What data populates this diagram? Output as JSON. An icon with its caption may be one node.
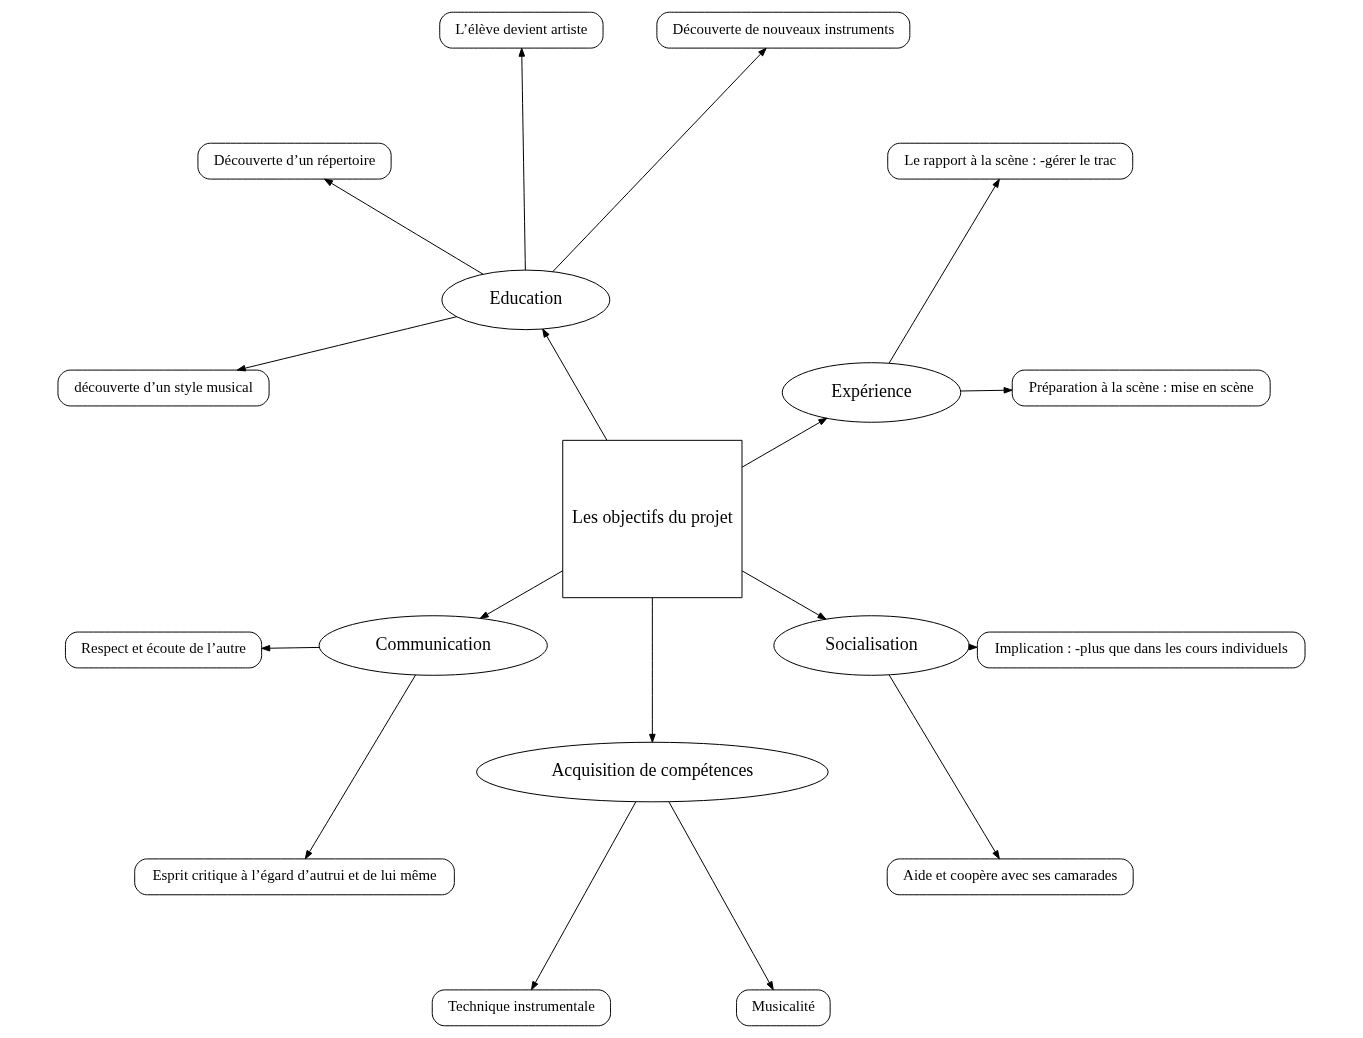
{
  "diagram": {
    "nodes": [
      {
        "text": [
          "Les objectifs du projet"
        ]
      },
      {
        "text": [
          "Expérience"
        ]
      },
      {
        "text": [
          "Préparation à la scène : mise en scène"
        ]
      },
      {
        "text": [
          "Le rapport à la scène : -gérer le trac"
        ]
      },
      {
        "text": [
          "Education"
        ]
      },
      {
        "text": [
          "Découverte de nouveaux instruments"
        ]
      },
      {
        "text": [
          "L’élève devient artiste"
        ]
      },
      {
        "text": [
          "Découverte d’un répertoire"
        ]
      },
      {
        "text": [
          "découverte d’un style musical"
        ]
      },
      {
        "text": [
          "Communication"
        ]
      },
      {
        "text": [
          "Respect et écoute de l’autre"
        ]
      },
      {
        "text": [
          "Esprit critique à l’égard d’autrui et de lui même"
        ]
      },
      {
        "text": [
          "Acquisition de compétences"
        ]
      },
      {
        "text": [
          "Technique instrumentale"
        ]
      },
      {
        "text": [
          "Musicalité"
        ]
      },
      {
        "text": [
          "Socialisation"
        ]
      },
      {
        "text": [
          "Aide et coopère avec ses camarades"
        ]
      },
      {
        "text": [
          "Implication : -plus que dans les cours individuels"
        ]
      }
    ],
    "edges": [
      {
        "from": 0,
        "to": 1,
        "arrow": "to"
      },
      {
        "from": 1,
        "to": 2,
        "arrow": "to"
      },
      {
        "from": 1,
        "to": 3,
        "arrow": "to"
      },
      {
        "from": 0,
        "to": 4,
        "arrow": "to"
      },
      {
        "from": 4,
        "to": 5,
        "arrow": "to"
      },
      {
        "from": 4,
        "to": 6,
        "arrow": "to"
      },
      {
        "from": 4,
        "to": 7,
        "arrow": "to"
      },
      {
        "from": 4,
        "to": 8,
        "arrow": "to"
      },
      {
        "from": 0,
        "to": 9,
        "arrow": "to"
      },
      {
        "from": 9,
        "to": 10,
        "arrow": "to"
      },
      {
        "from": 9,
        "to": 11,
        "arrow": "to"
      },
      {
        "from": 0,
        "to": 12,
        "arrow": "to"
      },
      {
        "from": 12,
        "to": 13,
        "arrow": "to"
      },
      {
        "from": 12,
        "to": 14,
        "arrow": "to"
      },
      {
        "from": 0,
        "to": 15,
        "arrow": "to"
      },
      {
        "from": 15,
        "to": 16,
        "arrow": "to"
      },
      {
        "from": 15,
        "to": 17,
        "arrow": "to"
      }
    ]
  }
}
